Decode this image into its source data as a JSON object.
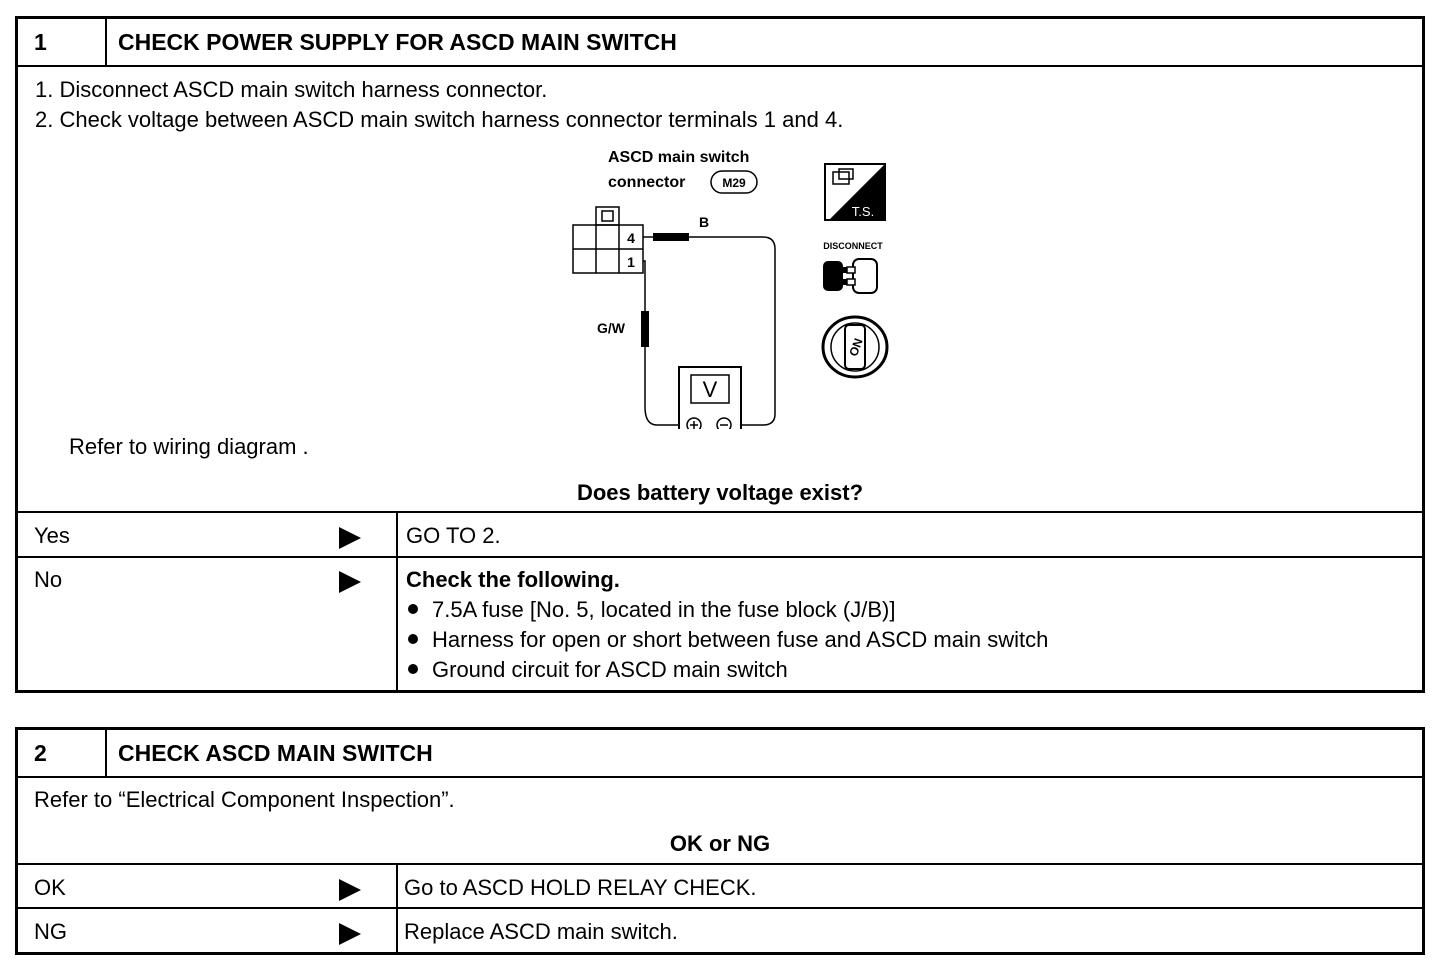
{
  "step1": {
    "number": "1",
    "title": "CHECK POWER SUPPLY FOR ASCD MAIN SWITCH",
    "instructions": [
      "1.  Disconnect ASCD main switch harness connector.",
      "2.  Check voltage between ASCD main switch harness connector terminals 1 and 4."
    ],
    "diagram": {
      "connector_label_line1": "ASCD main switch",
      "connector_label_line2": "connector",
      "connector_id": "M29",
      "wire_top": "B",
      "wire_left": "G/W",
      "terminal_top": "4",
      "terminal_bottom": "1",
      "meter": "V",
      "ts_label": "T.S.",
      "disconnect_label": "DISCONNECT",
      "ignition_label": "ON"
    },
    "refer_text": "Refer to wiring diagram .",
    "question": "Does battery voltage exist?",
    "results": [
      {
        "label": "Yes",
        "action": "GO TO 2."
      },
      {
        "label": "No",
        "action": "Check the following.",
        "bullets": [
          "7.5A fuse [No. 5, located in the fuse block (J/B)]",
          "Harness for open or short between fuse and ASCD main switch",
          "Ground circuit for ASCD main switch"
        ]
      }
    ]
  },
  "step2": {
    "number": "2",
    "title": "CHECK ASCD MAIN SWITCH",
    "refer_text": "Refer to “Electrical Component Inspection”.",
    "question": "OK or NG",
    "results": [
      {
        "label": "OK",
        "action": "Go to ASCD HOLD RELAY CHECK."
      },
      {
        "label": "NG",
        "action": "Replace ASCD main switch."
      }
    ]
  }
}
